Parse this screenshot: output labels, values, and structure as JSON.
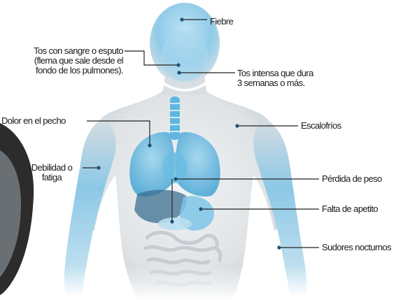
{
  "labels": {
    "fiebre": "Fiebre",
    "tos_sangre": [
      "Tos con sangre o esputo",
      "(flema que sale desde el",
      "fondo de los pulmones)."
    ],
    "tos_intensa": [
      "Tos intensa que dura",
      "3 semanas o más."
    ],
    "dolor_pecho": "Dolor en el pecho",
    "escalofrios": "Escalofríos",
    "debilidad": [
      "Debilidad o",
      "fatiga"
    ],
    "perdida_peso": "Pérdida de peso",
    "falta_apetito": "Falta de apetito",
    "sudores": "Sudores nocturnos"
  },
  "colors": {
    "skin": "#dfe3e6",
    "organ_blue": "#5fb6e0",
    "leader_line": "#222222",
    "dark_figure": "#2c2c2c"
  }
}
